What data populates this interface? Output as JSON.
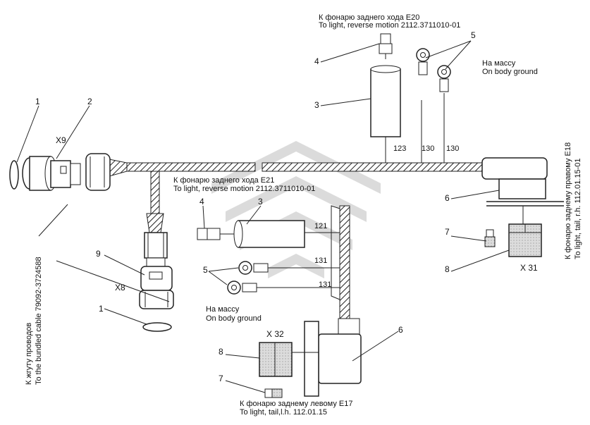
{
  "callouts": {
    "n1a": "1",
    "n2": "2",
    "n3a": "3",
    "n4a": "4",
    "n5a": "5",
    "n6a": "6",
    "n7a": "7",
    "n8a": "8",
    "n9": "9",
    "n1b": "1",
    "n4b": "4",
    "n3b": "3",
    "n5b": "5",
    "n8b": "8",
    "n7b": "7",
    "n6b": "6"
  },
  "connectors": {
    "x9": "X9",
    "x8": "X8",
    "x31": "X 31",
    "x32": "X 32"
  },
  "wires": {
    "w123": "123",
    "w130a": "130",
    "w130b": "130",
    "w121": "121",
    "w131a": "131",
    "w131b": "131"
  },
  "labels": {
    "e20_ru": "К фонарю заднего хода  E20",
    "e20_en": "To light, reverse motion 2112.3711010-01",
    "ground1_ru": "На массу",
    "ground1_en": "On body ground",
    "e21_ru": "К фонарю заднего хода  E21",
    "e21_en": "To light, reverse motion 2112.3711010-01",
    "ground2_ru": "На массу",
    "ground2_en": "On body ground",
    "e17_ru": "К фонарю заднему левому  E17",
    "e17_en": "To light, tail,l.h. 112.01.15",
    "e18_ru": "К фонарю заднему правому  E18",
    "e18_en": "To light, tail, r.h. 112.01.15-01",
    "bundle_ru": "К жгуту проводов",
    "bundle_en": "To the bundled cable 79092-3724588"
  }
}
